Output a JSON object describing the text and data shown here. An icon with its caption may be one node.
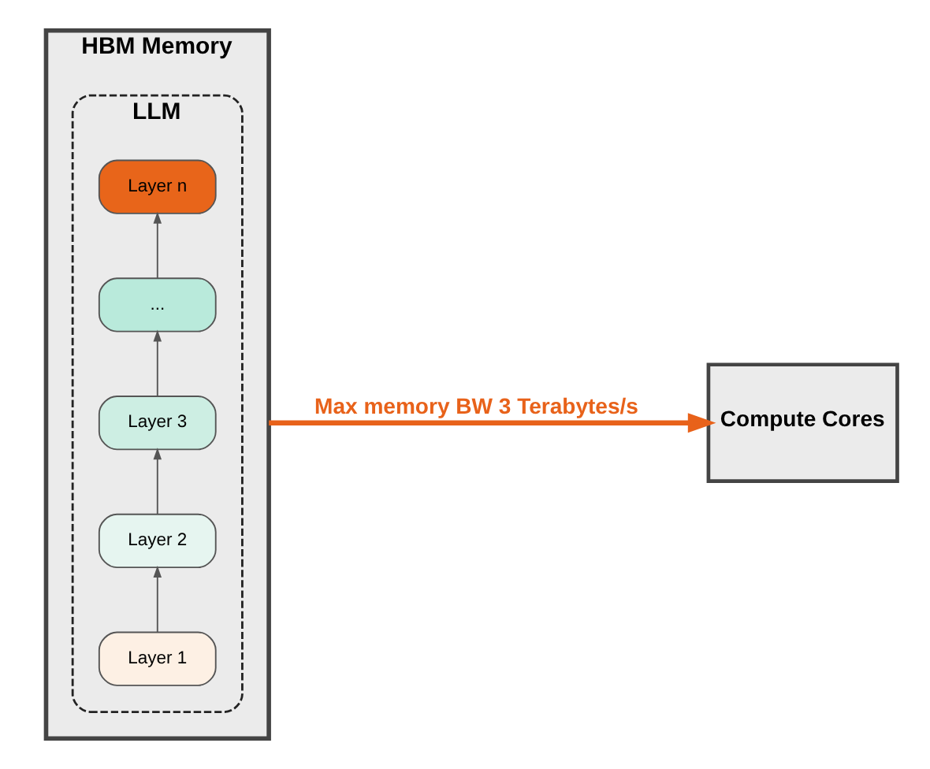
{
  "diagram": {
    "nodes": [
      {
        "text": [
          "HBM Memory"
        ]
      },
      {
        "text": [
          "LLM"
        ],
        "in": 0
      },
      {
        "text": [
          "Layer 1"
        ],
        "in": 1
      },
      {
        "text": [
          "Layer 2"
        ],
        "in": 1
      },
      {
        "text": [
          "Layer 3"
        ],
        "in": 1
      },
      {
        "text": [
          "..."
        ],
        "in": 1
      },
      {
        "text": [
          "Layer n"
        ],
        "in": 1
      },
      {
        "text": [
          "Compute Cores"
        ]
      }
    ],
    "edges": [
      {
        "from": 2,
        "to": 3,
        "arrow": "to"
      },
      {
        "from": 3,
        "to": 4,
        "arrow": "to"
      },
      {
        "from": 4,
        "to": 5,
        "arrow": "to"
      },
      {
        "from": 5,
        "to": 6,
        "arrow": "to"
      },
      {
        "from": 0,
        "to": 7,
        "arrow": "to",
        "label": "Max memory BW 3 Terabytes/s",
        "style": "thick",
        "color": "#e8621a"
      }
    ]
  }
}
